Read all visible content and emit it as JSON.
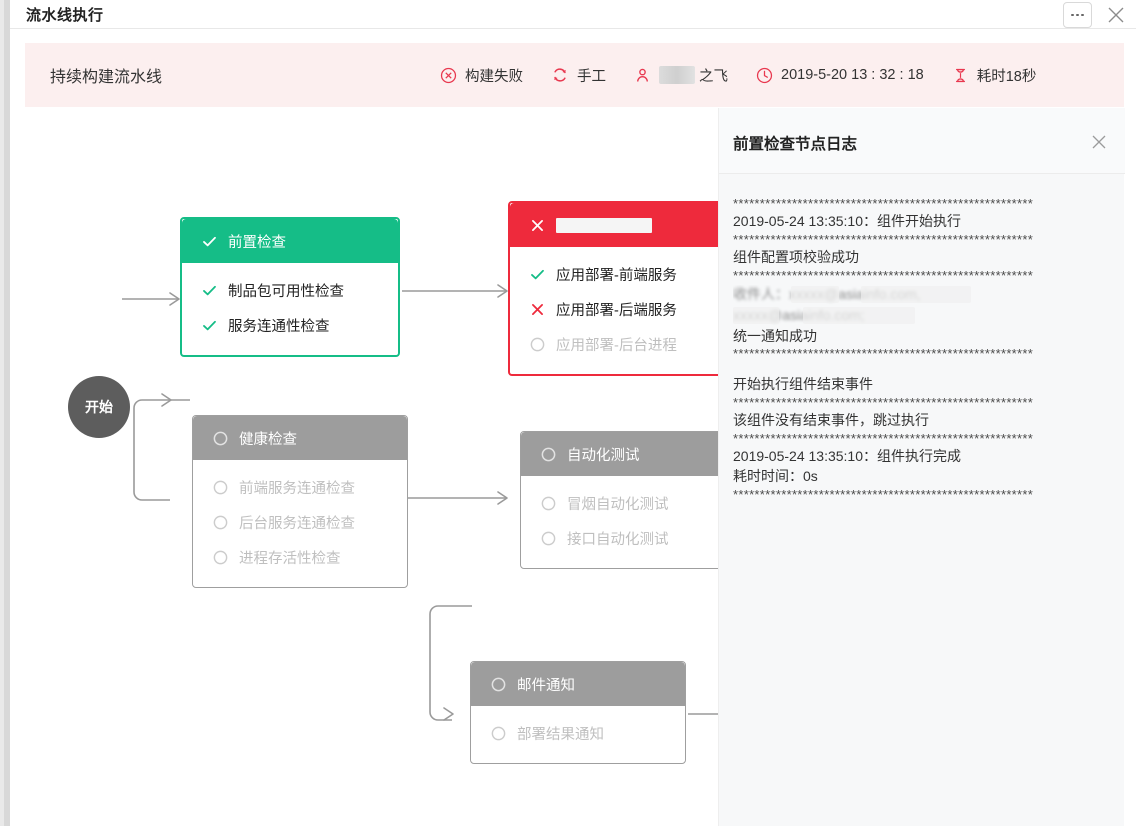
{
  "window": {
    "title": "流水线执行",
    "more_button": "more-options",
    "close_button": "close"
  },
  "banner": {
    "pipeline_name": "持续构建流水线",
    "meta": [
      {
        "icon": "error-circle-icon",
        "label": "构建失败"
      },
      {
        "icon": "refresh-icon",
        "label": "手工"
      },
      {
        "icon": "user-icon",
        "label": "之飞",
        "redacted": true
      },
      {
        "icon": "clock-icon",
        "label": "2019-5-20 13 : 32 : 18"
      },
      {
        "icon": "hourglass-icon",
        "label": "耗时18秒"
      }
    ],
    "background": "#fcefef",
    "accent": "#e8384f"
  },
  "pipeline": {
    "start_label": "开始",
    "colors": {
      "success": "#15bd87",
      "failure": "#ee2a3c",
      "pending": "#9d9d9d",
      "edge": "#9a9a9a"
    },
    "nodes": [
      {
        "id": "pre-check",
        "status": "success",
        "head": {
          "icon": "check-icon",
          "label": "前置检查"
        },
        "rows": [
          {
            "icon": "check-icon",
            "label": "制品包可用性检查",
            "state": "success"
          },
          {
            "icon": "check-icon",
            "label": "服务连通性检查",
            "state": "success"
          }
        ]
      },
      {
        "id": "app-deploy",
        "status": "failure",
        "head": {
          "icon": "cross-icon",
          "label": "",
          "redacted": true
        },
        "rows": [
          {
            "icon": "check-icon",
            "label": "应用部署-前端服务",
            "state": "success"
          },
          {
            "icon": "cross-icon",
            "label": "应用部署-后端服务",
            "state": "failure"
          },
          {
            "icon": "circle-icon",
            "label": "应用部署-后台进程",
            "state": "pending"
          }
        ]
      },
      {
        "id": "health-check",
        "status": "pending",
        "head": {
          "icon": "circle-icon",
          "label": "健康检查"
        },
        "rows": [
          {
            "icon": "circle-icon",
            "label": "前端服务连通检查",
            "state": "pending"
          },
          {
            "icon": "circle-icon",
            "label": "后台服务连通检查",
            "state": "pending"
          },
          {
            "icon": "circle-icon",
            "label": "进程存活性检查",
            "state": "pending"
          }
        ]
      },
      {
        "id": "auto-test",
        "status": "pending",
        "head": {
          "icon": "circle-icon",
          "label": "自动化测试"
        },
        "rows": [
          {
            "icon": "circle-icon",
            "label": "冒烟自动化测试",
            "state": "pending"
          },
          {
            "icon": "circle-icon",
            "label": "接口自动化测试",
            "state": "pending"
          }
        ]
      },
      {
        "id": "mail-notify",
        "status": "pending",
        "head": {
          "icon": "circle-icon",
          "label": "邮件通知"
        },
        "rows": [
          {
            "icon": "circle-icon",
            "label": "部署结果通知",
            "state": "pending"
          }
        ]
      }
    ]
  },
  "log_panel": {
    "title": "前置检查节点日志",
    "close_button": "close",
    "lines": [
      {
        "type": "stars",
        "text": "********************************************************"
      },
      {
        "type": "text",
        "text": "2019-05-24 13:35:10：组件开始执行"
      },
      {
        "type": "stars",
        "text": "********************************************************"
      },
      {
        "type": "text",
        "text": "组件配置项校验成功"
      },
      {
        "type": "stars",
        "text": "********************************************************"
      },
      {
        "type": "redacted",
        "text": "收件人：xxxxx@asiainfo.com,"
      },
      {
        "type": "redacted",
        "text": "xxxxx@asiainfo.com;"
      },
      {
        "type": "text",
        "text": "统一通知成功"
      },
      {
        "type": "stars",
        "text": "********************************************************"
      },
      {
        "type": "blank",
        "text": ""
      },
      {
        "type": "text",
        "text": "开始执行组件结束事件"
      },
      {
        "type": "stars",
        "text": "********************************************************"
      },
      {
        "type": "text",
        "text": "该组件没有结束事件，跳过执行"
      },
      {
        "type": "stars",
        "text": "********************************************************"
      },
      {
        "type": "text",
        "text": "2019-05-24 13:35:10：组件执行完成"
      },
      {
        "type": "text",
        "text": "耗时时间：0s"
      },
      {
        "type": "stars",
        "text": "********************************************************"
      }
    ]
  }
}
